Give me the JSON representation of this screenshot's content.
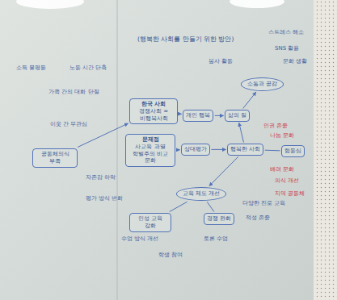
{
  "diagram": {
    "title": "(행복한 사회를 만들기 위한 방안)",
    "nodes": [
      {
        "text": [
          "한국 사회",
          "경쟁사회 = 비행복사회"
        ]
      },
      {
        "text": [
          "문제점",
          "사교육 과열 학벌주의 비교 문화"
        ]
      },
      {
        "text": [
          "개인 행복"
        ]
      },
      {
        "text": [
          "삶의 질"
        ]
      },
      {
        "text": [
          "소통과 공감"
        ]
      },
      {
        "text": [
          "상대평가"
        ]
      },
      {
        "text": [
          "행복한 사회"
        ]
      },
      {
        "text": [
          "협동심"
        ]
      },
      {
        "text": [
          "공동체의식 부족"
        ]
      },
      {
        "text": [
          "교육 제도 개선"
        ]
      },
      {
        "text": [
          "인성 교육 강화"
        ]
      },
      {
        "text": [
          "경쟁 완화"
        ]
      }
    ],
    "edges": [
      {
        "from": 0,
        "to": 2,
        "arrow": "to"
      },
      {
        "from": 2,
        "to": 3,
        "arrow": "to"
      },
      {
        "from": 3,
        "to": 4,
        "arrow": "to"
      },
      {
        "from": 1,
        "to": 5,
        "arrow": "to"
      },
      {
        "from": 5,
        "to": 6,
        "arrow": "to"
      },
      {
        "from": 6,
        "to": 3,
        "arrow": "to"
      },
      {
        "from": 6,
        "to": 7,
        "arrow": "none"
      },
      {
        "from": 6,
        "to": 9,
        "arrow": "to"
      },
      {
        "from": 9,
        "to": 10,
        "arrow": "none"
      },
      {
        "from": 9,
        "to": 11,
        "arrow": "none"
      },
      {
        "from": 8,
        "to": 0,
        "arrow": "to"
      }
    ],
    "labels": [
      "소득 불평등",
      "노동 시간 단축",
      "가족 간의 대화 단절",
      "이웃 간 무관심",
      "자존감 하락",
      "스트레스 해소",
      "SNS 활용",
      "문화 생활",
      "봉사 활동",
      "인권 존중",
      "나눔 문화",
      "배려 문화",
      "의식 개선",
      "지역 공동체",
      "평가 방식 변화",
      "다양한 진로 교육",
      "적성 존중",
      "수업 방식 개선",
      "토론 수업",
      "학생 참여"
    ]
  }
}
